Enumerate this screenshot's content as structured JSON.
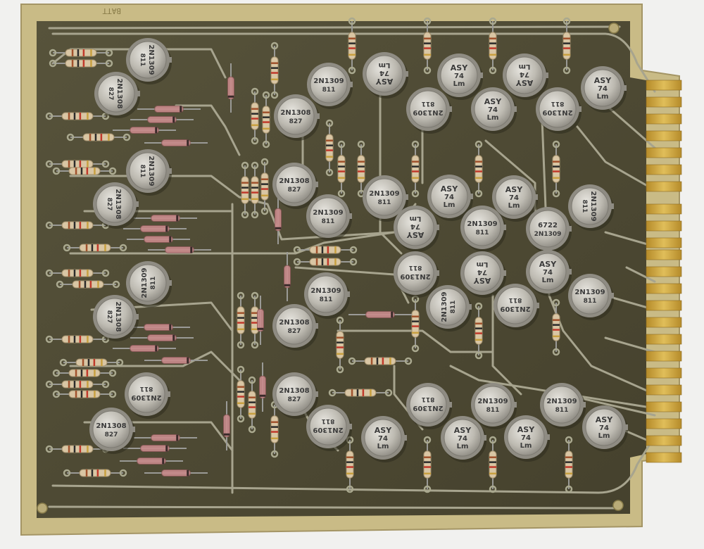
{
  "colors": {
    "background": "#f1f1ef",
    "board": "#4e4a34",
    "board_edge": "#c9bb86",
    "trace": "#a7a48e",
    "gold": "#c9a23a",
    "can_metal": "#c9c6bd",
    "resistor_body": "#d9c6a4",
    "diode_glass": "#c98b8c"
  },
  "board": {
    "silkscreen": "BATT"
  },
  "transistors": [
    {
      "id": "q1",
      "label": [
        "2N1309",
        "811"
      ],
      "rot": 90
    },
    {
      "id": "q2",
      "label": [
        "2N1308",
        "827"
      ],
      "rot": 90
    },
    {
      "id": "q3",
      "label": [
        "2N1309",
        "811"
      ],
      "rot": 90
    },
    {
      "id": "q4",
      "label": [
        "2N1308",
        "827"
      ],
      "rot": 90
    },
    {
      "id": "q5",
      "label": [
        "2N1309",
        "811"
      ],
      "rot": -90
    },
    {
      "id": "q6",
      "label": [
        "2N1308",
        "827"
      ],
      "rot": 90
    },
    {
      "id": "q7",
      "label": [
        "2N1309",
        "811"
      ],
      "rot": 180
    },
    {
      "id": "q8",
      "label": [
        "2N1308",
        "827"
      ],
      "rot": 0
    },
    {
      "id": "q9",
      "label": [
        "2N1308",
        "827"
      ],
      "rot": 0
    },
    {
      "id": "q10",
      "label": [
        "2N1309",
        "811"
      ],
      "rot": 0
    },
    {
      "id": "q11",
      "label": [
        "2N1308",
        "827"
      ],
      "rot": 0
    },
    {
      "id": "q12",
      "label": [
        "2N1309",
        "811"
      ],
      "rot": 0
    },
    {
      "id": "q13",
      "label": [
        "2N1309",
        "811"
      ],
      "rot": 0
    },
    {
      "id": "q14",
      "label": [
        "2N1308",
        "827"
      ],
      "rot": 0
    },
    {
      "id": "q15",
      "label": [
        "2N1308",
        "827"
      ],
      "rot": 0
    },
    {
      "id": "q16",
      "label": [
        "2N1309",
        "811"
      ],
      "rot": 180
    },
    {
      "id": "q17",
      "label": [
        "ASY",
        "74",
        "Lm"
      ],
      "rot": 180
    },
    {
      "id": "q18",
      "label": [
        "2N1309",
        "811"
      ],
      "rot": 180
    },
    {
      "id": "q19",
      "label": [
        "ASY",
        "74",
        "Lm"
      ],
      "rot": 0
    },
    {
      "id": "q20",
      "label": [
        "ASY",
        "74",
        "Lm"
      ],
      "rot": 0
    },
    {
      "id": "q21",
      "label": [
        "ASY",
        "74",
        "Lm"
      ],
      "rot": 180
    },
    {
      "id": "q22",
      "label": [
        "2N1309",
        "811"
      ],
      "rot": 180
    },
    {
      "id": "q23",
      "label": [
        "ASY",
        "74",
        "Lm"
      ],
      "rot": 0
    },
    {
      "id": "q24",
      "label": [
        "2N1309",
        "811"
      ],
      "rot": 0
    },
    {
      "id": "q25",
      "label": [
        "ASY",
        "74",
        "Lm"
      ],
      "rot": 180
    },
    {
      "id": "q26",
      "label": [
        "ASY",
        "74",
        "Lm"
      ],
      "rot": 0
    },
    {
      "id": "q27",
      "label": [
        "2N1309",
        "811"
      ],
      "rot": 0
    },
    {
      "id": "q28",
      "label": [
        "ASY",
        "74",
        "Lm"
      ],
      "rot": 0
    },
    {
      "id": "q29",
      "label": [
        "6722",
        "2N1309"
      ],
      "rot": 0
    },
    {
      "id": "q30",
      "label": [
        "2N1309",
        "811"
      ],
      "rot": 90
    },
    {
      "id": "q31",
      "label": [
        "2N1309",
        "811"
      ],
      "rot": 180
    },
    {
      "id": "q32",
      "label": [
        "2N1309",
        "811"
      ],
      "rot": -90
    },
    {
      "id": "q33",
      "label": [
        "ASY",
        "74",
        "Lm"
      ],
      "rot": 180
    },
    {
      "id": "q34",
      "label": [
        "2N1309",
        "811"
      ],
      "rot": 180
    },
    {
      "id": "q35",
      "label": [
        "ASY",
        "74",
        "Lm"
      ],
      "rot": 0
    },
    {
      "id": "q36",
      "label": [
        "2N1309",
        "811"
      ],
      "rot": 0
    },
    {
      "id": "q37",
      "label": [
        "2N1309",
        "811"
      ],
      "rot": 180
    },
    {
      "id": "q38",
      "label": [
        "ASY",
        "74",
        "Lm"
      ],
      "rot": 0
    },
    {
      "id": "q39",
      "label": [
        "2N1309",
        "811"
      ],
      "rot": 0
    },
    {
      "id": "q40",
      "label": [
        "ASY",
        "74",
        "Lm"
      ],
      "rot": 0
    },
    {
      "id": "q41",
      "label": [
        "ASY",
        "74",
        "Lm"
      ],
      "rot": 0
    },
    {
      "id": "q42",
      "label": [
        "2N1309",
        "811"
      ],
      "rot": 0
    },
    {
      "id": "q43",
      "label": [
        "ASY",
        "74",
        "Lm"
      ],
      "rot": 0
    }
  ]
}
